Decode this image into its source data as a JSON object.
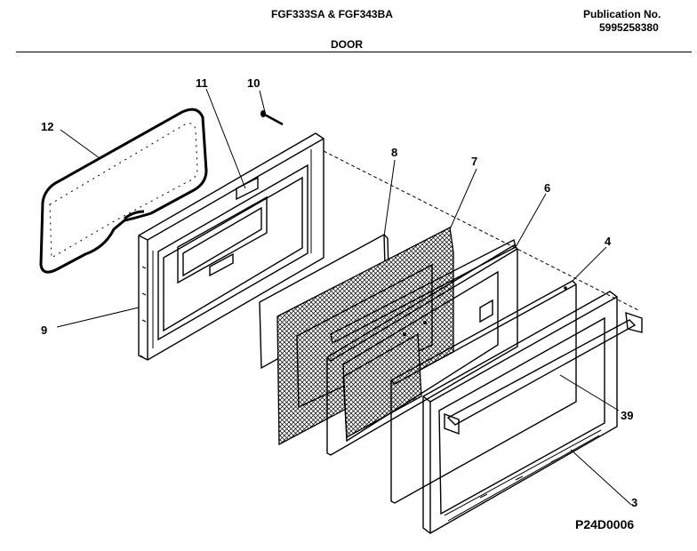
{
  "header": {
    "model_line": "FGF333SA & FGF343BA",
    "publication_label": "Publication No.",
    "publication_number": "5995258380",
    "section_title": "DOOR"
  },
  "diagram": {
    "callouts": [
      "12",
      "11",
      "10",
      "8",
      "7",
      "6",
      "4",
      "9",
      "39",
      "3"
    ],
    "drawing_code": "P24D0006"
  }
}
